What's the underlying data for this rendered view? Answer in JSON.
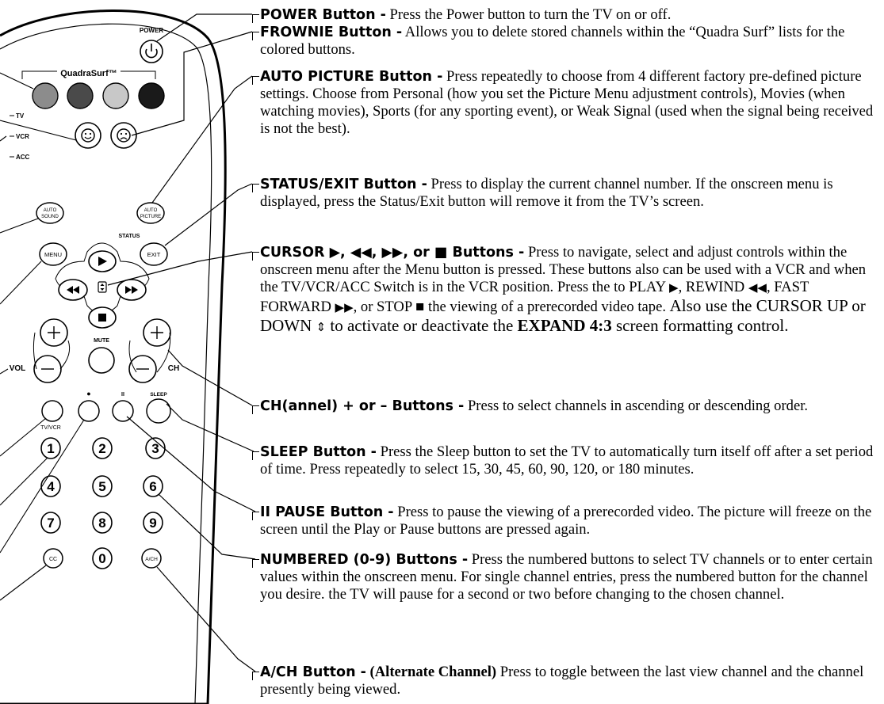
{
  "remote": {
    "brand_row_label": "QuadraSurf™",
    "power_label": "POWER",
    "switch_labels": [
      "TV",
      "VCR",
      "ACC"
    ],
    "auto_sound_label": [
      "AUTO",
      "SOUND"
    ],
    "auto_picture_label": [
      "AUTO",
      "PICTURE"
    ],
    "status_label": "STATUS",
    "menu_label": "MENU",
    "exit_label": "EXIT",
    "mute_label": "MUTE",
    "vol_label": "VOL",
    "ch_label": "CH",
    "tvvcr_label": "TV/VCR",
    "record_label": "●",
    "pause_label": "II",
    "sleep_label": "SLEEP",
    "digits": [
      "1",
      "2",
      "3",
      "4",
      "5",
      "6",
      "7",
      "8",
      "9"
    ],
    "zero": "0",
    "cc_label": "CC",
    "ach_label": "A/CH",
    "colors": {
      "grey": "#8c8c8c",
      "dark": "#4a4a4a",
      "light": "#c8c8c8",
      "black": "#1a1a1a"
    }
  },
  "descriptions": {
    "power": {
      "title": "POWER Button -",
      "body": " Press the Power button to turn the TV on or off."
    },
    "frownie": {
      "title": "FROWNIE Button -",
      "body": " Allows you to delete stored channels within the “Quadra Surf” lists for the colored buttons."
    },
    "auto_picture": {
      "title": "AUTO PICTURE Button -",
      "body": " Press repeatedly to choose from 4 different factory pre-defined picture settings. Choose from Personal (how you set the Picture Menu adjustment controls), Movies (when watching movies), Sports (for any sporting event), or Weak Signal (used when the signal being received is not the best)."
    },
    "status_exit": {
      "title": "STATUS/EXIT Button -",
      "body": " Press to display the current channel number. If the onscreen menu is displayed, press the Status/Exit button will remove it from the TV’s screen."
    },
    "cursor": {
      "title_a": "CURSOR ",
      "title_b": ", or ■ Buttons -",
      "body": " Press to navigate, select and adjust controls within the onscreen menu after the Menu button is pressed. These buttons also can be used with a VCR and when the TV/VCR/ACC Switch is in the VCR position. Press the to PLAY ",
      "rewind": ", REWIND ",
      "ff": ", FAST FORWARD ",
      "stop": ", or STOP ■ the viewing of a prerecorded video tape. ",
      "also": "Also use the CURSOR UP or DOWN ",
      "also_b": " to activate or deactivate the ",
      "expand": "EXPAND 4:3",
      "also_c": " screen formatting control."
    },
    "ch": {
      "title": "CH(annel) + or – Buttons -",
      "body": " Press to select channels in ascending or descending order."
    },
    "sleep": {
      "title": "SLEEP Button -",
      "body": " Press the Sleep button to set the TV to automatically turn itself off after a set period of time. Press repeatedly to select 15, 30, 45, 60, 90, 120, or 180 minutes."
    },
    "pause": {
      "title": "II PAUSE Button -",
      "body": " Press to pause the viewing of a prerecorded video. The picture will freeze on the screen until the Play or Pause buttons are pressed again."
    },
    "numbered": {
      "title": "NUMBERED (0-9) Buttons -",
      "body": " Press the numbered buttons to select TV channels or to enter certain values within the onscreen menu. For single channel entries, press the numbered button for the channel you desire. the TV will pause for a second or two before changing to the chosen channel."
    },
    "ach": {
      "title": "A/CH Button -",
      "body_bold": " (Alternate Channel)",
      "body": " Press to toggle between the last view channel and the channel presently being viewed."
    }
  }
}
